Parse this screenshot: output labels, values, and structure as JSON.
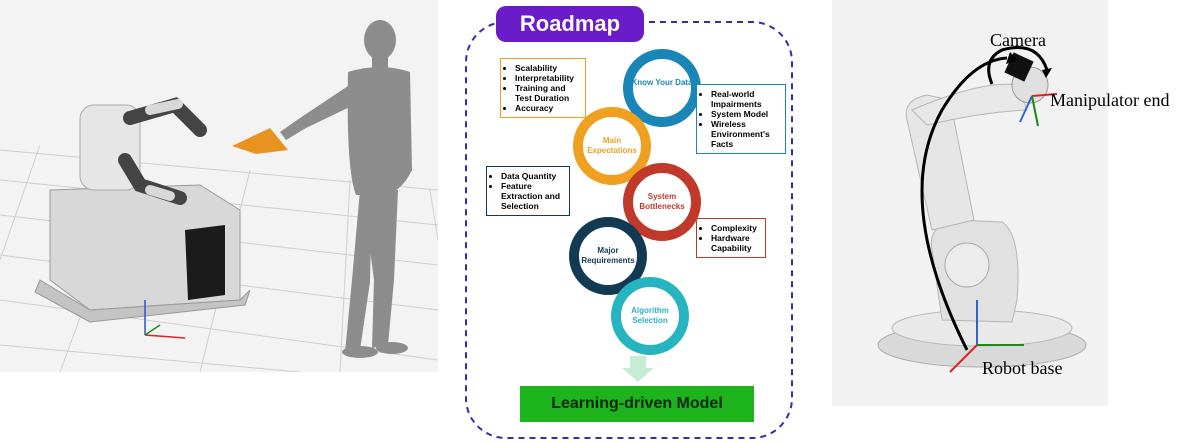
{
  "roadmap": {
    "title": "Roadmap",
    "model_label": "Learning-driven Model",
    "steps": [
      {
        "label": "Know Your Data",
        "color": "#1a86b8"
      },
      {
        "label": "Main Expectations",
        "color": "#f0a020"
      },
      {
        "label": "System Bottlenecks",
        "color": "#c0392b"
      },
      {
        "label": "Major Requirements",
        "color": "#123a55"
      },
      {
        "label": "Algorithm Selection",
        "color": "#26b5c0"
      }
    ],
    "callouts": {
      "expectations": [
        "Scalability",
        "Interpretability",
        "Training and Test Duration",
        "Accuracy"
      ],
      "data": [
        "Real-world Impairments",
        "System Model",
        "Wireless Environment's Facts"
      ],
      "requirements": [
        "Data Quantity",
        "Feature Extraction and Selection"
      ],
      "bottlenecks": [
        "Complexity",
        "Hardware Capability"
      ]
    }
  },
  "robot_panel": {
    "camera_label": "Camera",
    "manipulator_label": "Manipulator end",
    "base_label": "Robot base"
  },
  "colors": {
    "title_bg": "#6a1cc9",
    "model_bg": "#1db31d",
    "dashed_border": "#3a2ab0",
    "arrow": "#c6ecd4"
  }
}
